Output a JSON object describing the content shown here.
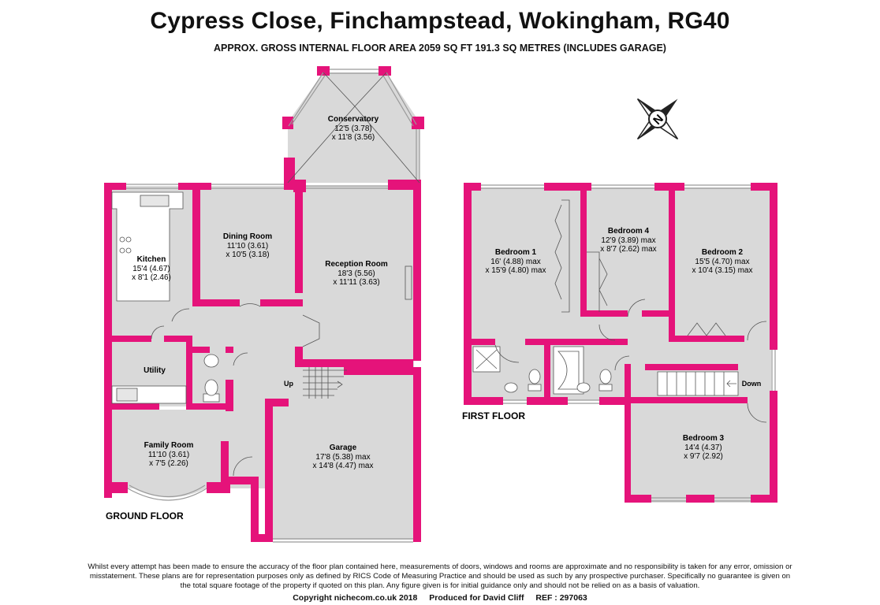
{
  "title": "Cypress Close, Finchampstead, Wokingham, RG40",
  "subtitle": "APPROX. GROSS INTERNAL FLOOR AREA 2059 SQ FT 191.3 SQ METRES (INCLUDES GARAGE)",
  "colors": {
    "wall": "#e5137a",
    "floor": "#d9d9d9",
    "window": "#ffffff"
  },
  "compass_letter": "N",
  "ground_floor": {
    "label": "GROUND FLOOR",
    "up_label": "Up",
    "rooms": {
      "conservatory": {
        "name": "Conservatory",
        "dim1": "12'5 (3.78)",
        "dim2": "x 11'8 (3.56)"
      },
      "kitchen": {
        "name": "Kitchen",
        "dim1": "15'4 (4.67)",
        "dim2": "x 8'1 (2.46)"
      },
      "dining": {
        "name": "Dining Room",
        "dim1": "11'10 (3.61)",
        "dim2": "x 10'5 (3.18)"
      },
      "reception": {
        "name": "Reception Room",
        "dim1": "18'3 (5.56)",
        "dim2": "x 11'11 (3.63)"
      },
      "utility": {
        "name": "Utility"
      },
      "family": {
        "name": "Family Room",
        "dim1": "11'10 (3.61)",
        "dim2": "x 7'5 (2.26)"
      },
      "garage": {
        "name": "Garage",
        "dim1": "17'8 (5.38) max",
        "dim2": "x 14'8 (4.47) max"
      }
    }
  },
  "first_floor": {
    "label": "FIRST FLOOR",
    "down_label": "Down",
    "rooms": {
      "bedroom1": {
        "name": "Bedroom 1",
        "dim1": "16' (4.88) max",
        "dim2": "x 15'9 (4.80) max"
      },
      "bedroom4": {
        "name": "Bedroom 4",
        "dim1": "12'9 (3.89) max",
        "dim2": "x 8'7 (2.62) max"
      },
      "bedroom2": {
        "name": "Bedroom 2",
        "dim1": "15'5 (4.70) max",
        "dim2": "x 10'4 (3.15) max"
      },
      "bedroom3": {
        "name": "Bedroom 3",
        "dim1": "14'4 (4.37)",
        "dim2": "x 9'7 (2.92)"
      }
    }
  },
  "disclaimer": "Whilst every attempt has been made to ensure the accuracy of the floor plan contained here, measurements of doors, windows and rooms are approximate and no responsibility is taken for any error, omission or misstatement. These plans are for representation purposes only as defined by RICS Code of Measuring Practice and should be used as such by any prospective purchaser. Specifically no guarantee is given on the total square footage of the property if quoted on this plan. Any figure given is for initial guidance only and should not be relied on as a basis of valuation.",
  "footer": {
    "copyright": "Copyright nichecom.co.uk 2018",
    "produced": "Produced for David Cliff",
    "ref": "REF : 297063"
  }
}
